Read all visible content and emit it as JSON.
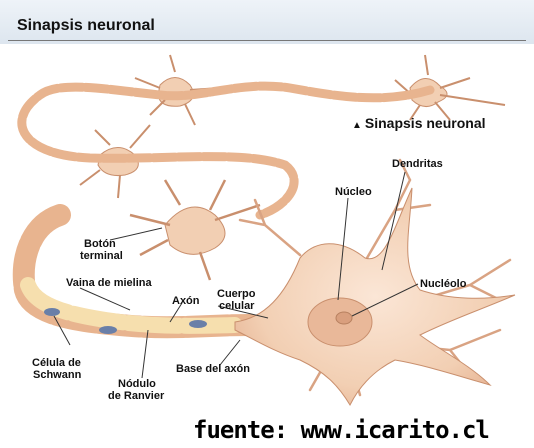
{
  "header": {
    "title": "Sinapsis neuronal"
  },
  "labels": {
    "synapse": "Sinapsis neuronal",
    "dendrites": "Dendritas",
    "nucleus": "Núcleo",
    "nucleolus": "Nucléolo",
    "terminal_1": "Botón",
    "terminal_2": "terminal",
    "myelin": "Vaina de mielina",
    "axon": "Axón",
    "body_1": "Cuerpo",
    "body_2": "celular",
    "schwann_1": "Célula de",
    "schwann_2": "Schwann",
    "ranvier_1": "Nódulo",
    "ranvier_2": "de Ranvier",
    "axon_base": "Base del axón"
  },
  "source": "fuente: www.icarito.cl",
  "colors": {
    "cell": "#f2cfb3",
    "cell_edge": "#c98f6d",
    "myelin": "#e8b48f",
    "myelin_front": "#f6dfae",
    "nucleus": "#e9b899"
  }
}
